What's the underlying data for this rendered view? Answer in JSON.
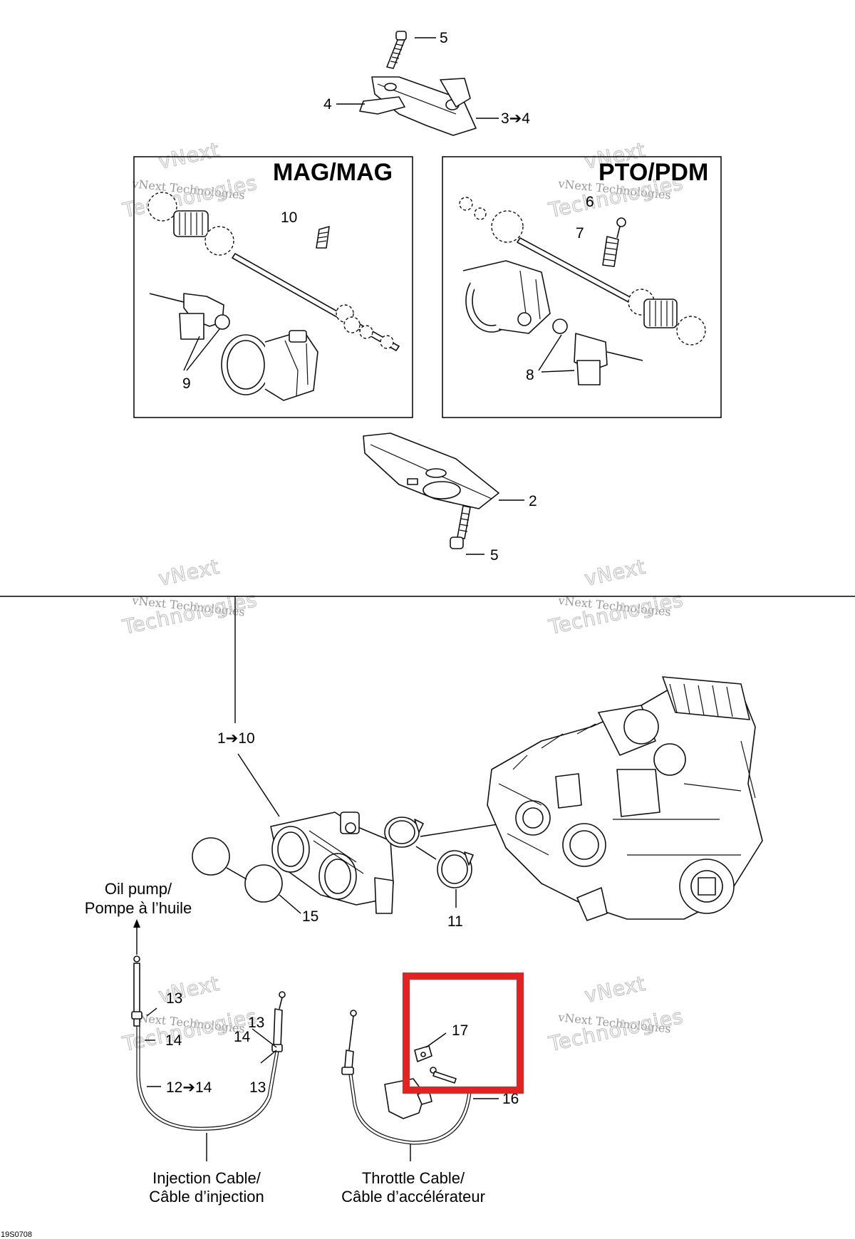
{
  "panels": {
    "mag_title": "MAG/MAG",
    "pto_title": "PTO/PDM"
  },
  "callouts": {
    "c5_top": "5",
    "c4": "4",
    "c3to4": "3➔4",
    "c10_mag": "10",
    "c9": "9",
    "c6": "6",
    "c7": "7",
    "c8": "8",
    "c2": "2",
    "c5_bottom": "5",
    "c1to10": "1➔10",
    "c15": "15",
    "c11": "11",
    "c13a": "13",
    "c14a": "14",
    "c13b": "13",
    "c14b": "14",
    "c13c": "13",
    "c12to14": "12➔14",
    "c17": "17",
    "c16": "16"
  },
  "captions": {
    "oil_pump_line1": "Oil pump/",
    "oil_pump_line2": "Pompe à l’huile",
    "injection_line1": "Injection Cable/",
    "injection_line2": "Câble d’injection",
    "throttle_line1": "Throttle Cable/",
    "throttle_line2": "Câble d’accélérateur"
  },
  "watermark": {
    "line1": "vNext",
    "line2": "vNext Technologies",
    "line3": "Technologies"
  },
  "figure_code": "19S0708",
  "highlight": {
    "color": "#e32222",
    "target": "17"
  }
}
